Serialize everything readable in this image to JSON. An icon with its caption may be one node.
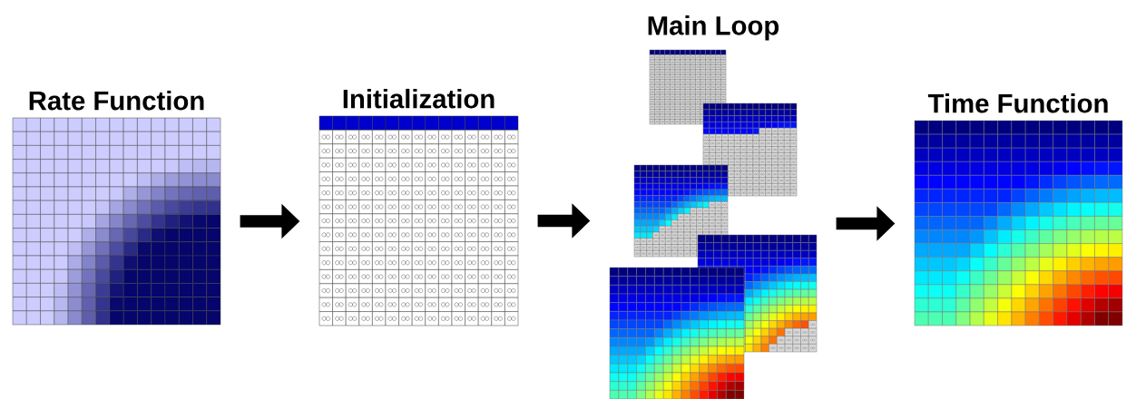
{
  "diagram": {
    "nodes": [
      {
        "text": [
          "Rate Function"
        ]
      },
      {
        "text": [
          "Initialization"
        ]
      },
      {
        "text": [
          "Main Loop"
        ]
      },
      {
        "text": [
          "Time Function"
        ]
      }
    ],
    "edges": [
      {
        "from": 0,
        "to": 1,
        "arrow": "to"
      },
      {
        "from": 1,
        "to": 2,
        "arrow": "to"
      },
      {
        "from": 2,
        "to": 3,
        "arrow": "to"
      }
    ]
  }
}
